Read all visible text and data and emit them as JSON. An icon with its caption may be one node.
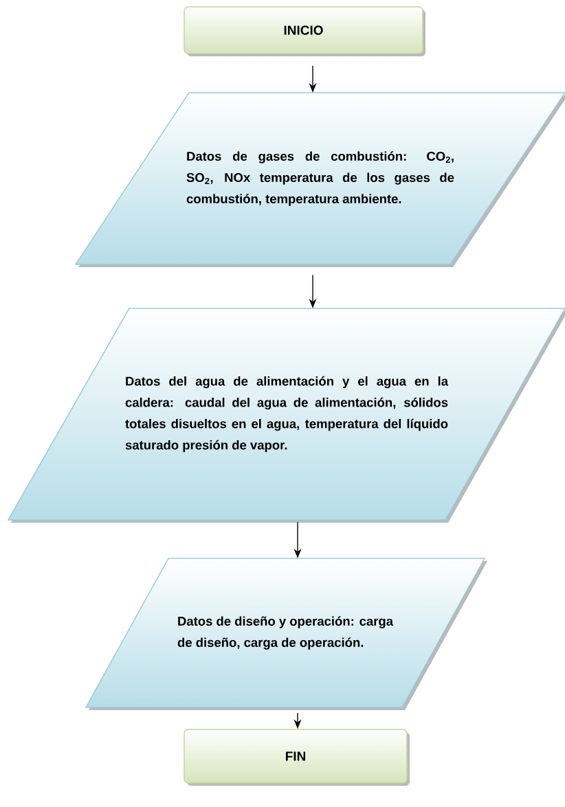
{
  "diagram": {
    "nodes": [
      {
        "text": [
          "INICIO"
        ]
      },
      {
        "text": [
          "Datos de gases de combustión: CO$_{2}$, SO$_{2}$, NOx temperatura de los gases de combustión, temperatura ambiente."
        ]
      },
      {
        "text": [
          "Datos del agua de alimentación y el agua en la caldera: caudal del agua de alimentación, sólidos totales disueltos en el agua, temperatura del líquido saturado  presión de vapor."
        ]
      },
      {
        "text": [
          "Datos de diseño y operación: carga de diseño, carga de operación."
        ]
      },
      {
        "text": [
          "FIN"
        ]
      }
    ],
    "edges": [
      {
        "from": 0,
        "to": 1,
        "arrow": "to"
      },
      {
        "from": 1,
        "to": 2,
        "arrow": "to"
      },
      {
        "from": 2,
        "to": 3,
        "arrow": "to"
      },
      {
        "from": 3,
        "to": 4,
        "arrow": "to"
      }
    ]
  }
}
